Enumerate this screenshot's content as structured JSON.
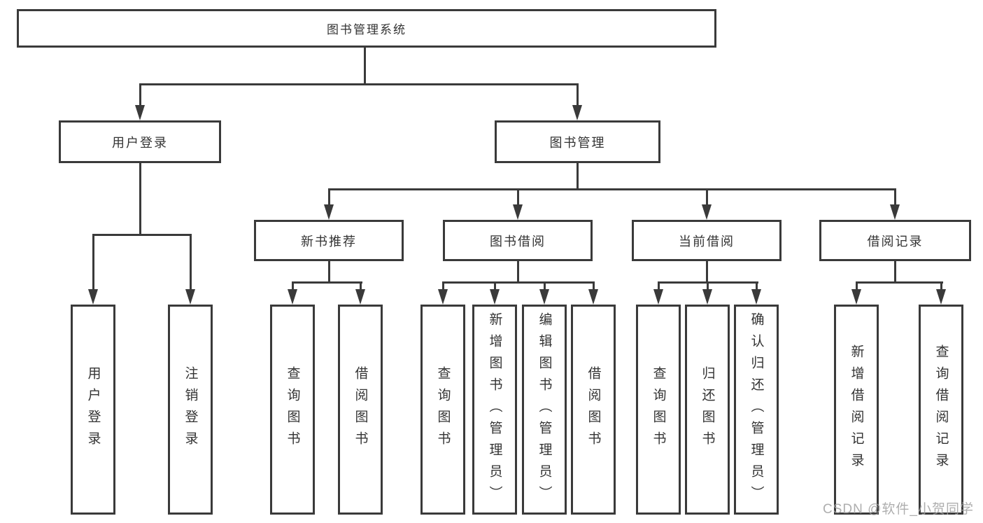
{
  "tree": {
    "label": "图书管理系统",
    "children": [
      {
        "label": "用户登录",
        "children": [
          {
            "label": "用户登录"
          },
          {
            "label": "注销登录"
          }
        ]
      },
      {
        "label": "图书管理",
        "children": [
          {
            "label": "新书推荐",
            "children": [
              {
                "label": "查询图书"
              },
              {
                "label": "借阅图书"
              }
            ]
          },
          {
            "label": "图书借阅",
            "children": [
              {
                "label": "查询图书"
              },
              {
                "label": "新增图书（管理员）"
              },
              {
                "label": "编辑图书（管理员）"
              },
              {
                "label": "借阅图书"
              }
            ]
          },
          {
            "label": "当前借阅",
            "children": [
              {
                "label": "查询图书"
              },
              {
                "label": "归还图书"
              },
              {
                "label": "确认归还（管理员）"
              }
            ]
          },
          {
            "label": "借阅记录",
            "children": [
              {
                "label": "新增借阅记录"
              },
              {
                "label": "查询借阅记录"
              }
            ]
          }
        ]
      }
    ]
  },
  "watermark": {
    "text": "CSDN @软件_小贺同学"
  },
  "colors": {
    "line": "#3a3a3a",
    "text": "#333333",
    "watermark": "#a8a8a8",
    "background": "#ffffff"
  }
}
